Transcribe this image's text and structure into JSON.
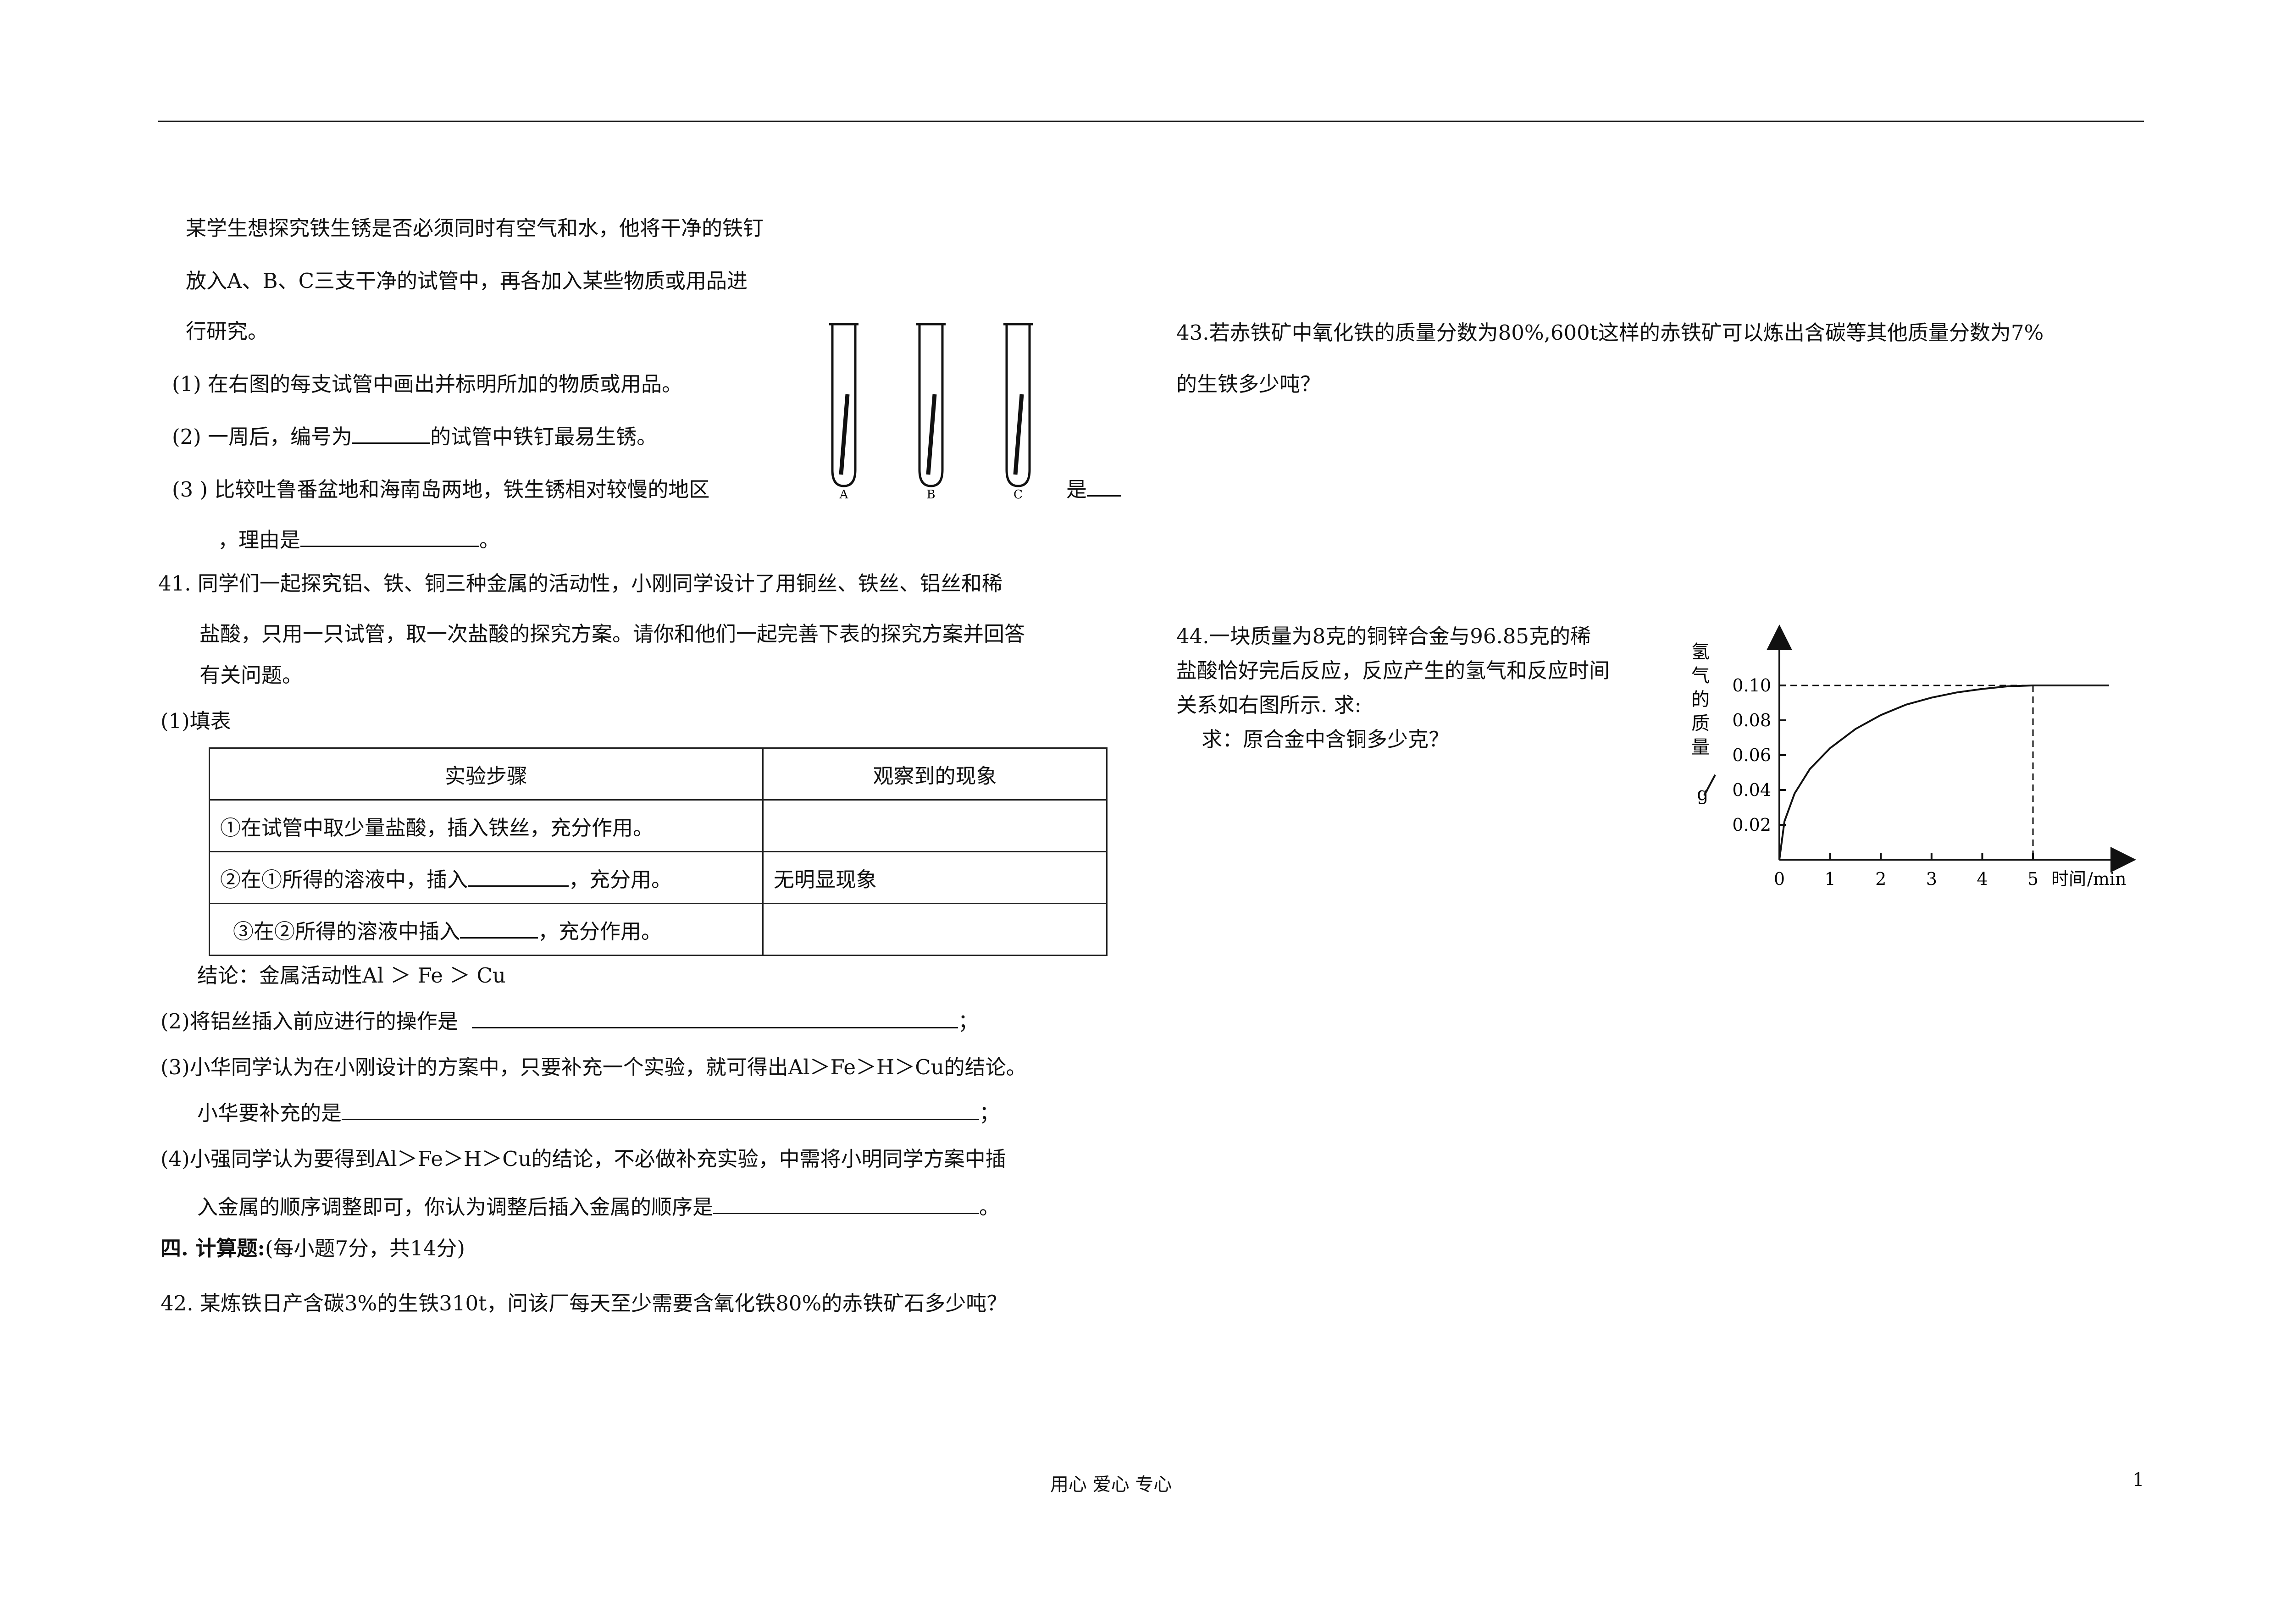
{
  "intro": {
    "line1": "某学生想探究铁生锈是否必须同时有空气和水，他将干净的铁钉",
    "line2": "放入A、B、C三支干净的试管中，再各加入某些物质或用品进",
    "line3": "行研究。",
    "q1": "(1) 在右图的每支试管中画出并标明所加的物质或用品。",
    "q2_pre": "(2) 一周后，编号为",
    "q2_post": "的试管中铁钉最易生锈。",
    "q3_pre": "(3 ) 比较吐鲁番盆地和海南岛两地，铁生锈相对较慢的地区",
    "q3_mid": "是",
    "q3_line2_pre": "，理由是",
    "q3_line2_post": "。"
  },
  "tubes": {
    "labels": [
      "A",
      "B",
      "C"
    ]
  },
  "q41": {
    "line1": "41.   同学们一起探究铝、铁、铜三种金属的活动性，小刚同学设计了用铜丝、铁丝、铝丝和稀",
    "line2": "盐酸，只用一只试管，取一次盐酸的探究方案。请你和他们一起完善下表的探究方案并回答",
    "line3": "有关问题。",
    "fill": "(1)填表",
    "table": {
      "headers": [
        "实验步骤",
        "观察到的现象"
      ],
      "rows": [
        {
          "step": "①在试管中取少量盐酸，插入铁丝，充分作用。",
          "step_post": "",
          "obs": ""
        },
        {
          "step": "②在①所得的溶液中，插入",
          "step_post": "，充分用。",
          "obs": "无明显现象"
        },
        {
          "step": "③在②所得的溶液中插入",
          "step_post": "，充分作用。",
          "obs": ""
        }
      ]
    },
    "conclusion": "结论：金属活动性Al ＞ Fe ＞ Cu",
    "q2": "(2)将铝丝插入前应进行的操作是",
    "q2_end": "；",
    "q3_line1": "(3)小华同学认为在小刚设计的方案中，只要补充一个实验，就可得出Al＞Fe＞H＞Cu的结论。",
    "q3_line2": "小华要补充的是",
    "q3_end": "；",
    "q4_line1": "(4)小强同学认为要得到Al＞Fe＞H＞Cu的结论，不必做补充实验，中需将小明同学方案中插",
    "q4_line2": "入金属的顺序调整即可，你认为调整后插入金属的顺序是",
    "q4_end": "。"
  },
  "section4": {
    "title": "四. 计算题:",
    "note": "(每小题7分，共14分)"
  },
  "q42": "42.  某炼铁日产含碳3%的生铁310t，问该厂每天至少需要含氧化铁80%的赤铁矿石多少吨？",
  "q43": {
    "line1": "43.若赤铁矿中氧化铁的质量分数为80%,600t这样的赤铁矿可以炼出含碳等其他质量分数为7%",
    "line2": "的生铁多少吨？"
  },
  "q44": {
    "line1": "44.一块质量为8克的铜锌合金与96.85克的稀",
    "line2": "盐酸恰好完后反应，反应产生的氢气和反应时间",
    "line3": "关系如右图所示. 求:",
    "line4": "求：原合金中含铜多少克？"
  },
  "chart_data": {
    "type": "line",
    "ylabel_chars": [
      "氢",
      "气",
      "的",
      "质",
      "量"
    ],
    "ylabel_unit": "g",
    "xlabel": "时间",
    "xunit": "/min",
    "x_ticks": [
      "0",
      "1",
      "2",
      "3",
      "4",
      "5"
    ],
    "y_ticks": [
      "0.02",
      "0.04",
      "0.06",
      "0.08",
      "0.10"
    ],
    "xlim": [
      0,
      6.6
    ],
    "ylim": [
      0,
      0.125
    ],
    "series": [
      {
        "x": [
          0,
          0.1,
          0.3,
          0.6,
          1,
          1.5,
          2,
          2.5,
          3,
          3.5,
          4,
          4.5,
          5,
          6.5
        ],
        "y": [
          0,
          0.022,
          0.038,
          0.052,
          0.064,
          0.075,
          0.083,
          0.089,
          0.093,
          0.096,
          0.098,
          0.0995,
          0.1,
          0.1
        ]
      }
    ],
    "dashed_guide": {
      "x": 5,
      "y": 0.1
    }
  },
  "footer": {
    "center": "用心   爱心   专心",
    "page": "1"
  }
}
